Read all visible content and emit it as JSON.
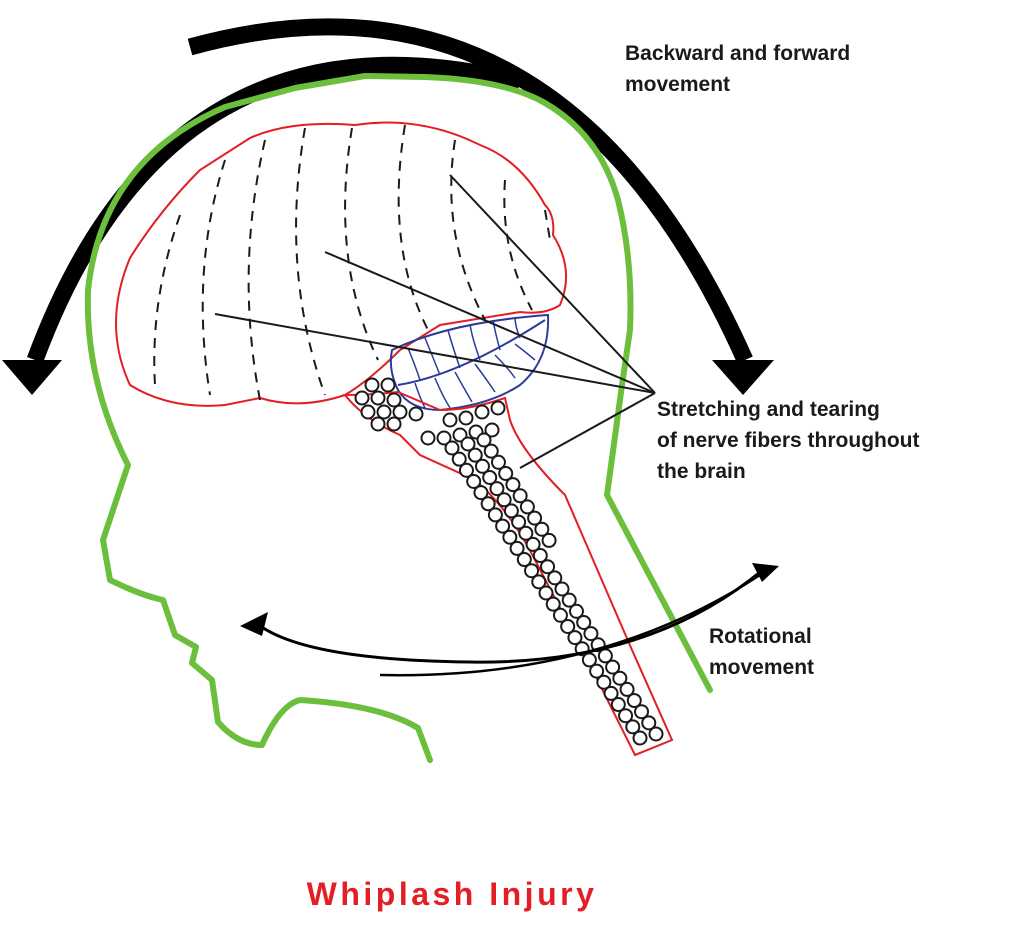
{
  "labels": {
    "backward_forward": [
      "Backward and forward",
      "movement"
    ],
    "stretching": [
      "Stretching and tearing",
      "of nerve fibers throughout",
      "the brain"
    ],
    "rotational": [
      "Rotational",
      "movement"
    ]
  },
  "title": "Whiplash Injury",
  "colors": {
    "head_outline": "#6cbf3c",
    "brain_outline": "#e31e24",
    "cerebellum": "#2b3b9a",
    "arrows": "#000000",
    "title": "#e31e24",
    "text": "#1a1a1a"
  }
}
